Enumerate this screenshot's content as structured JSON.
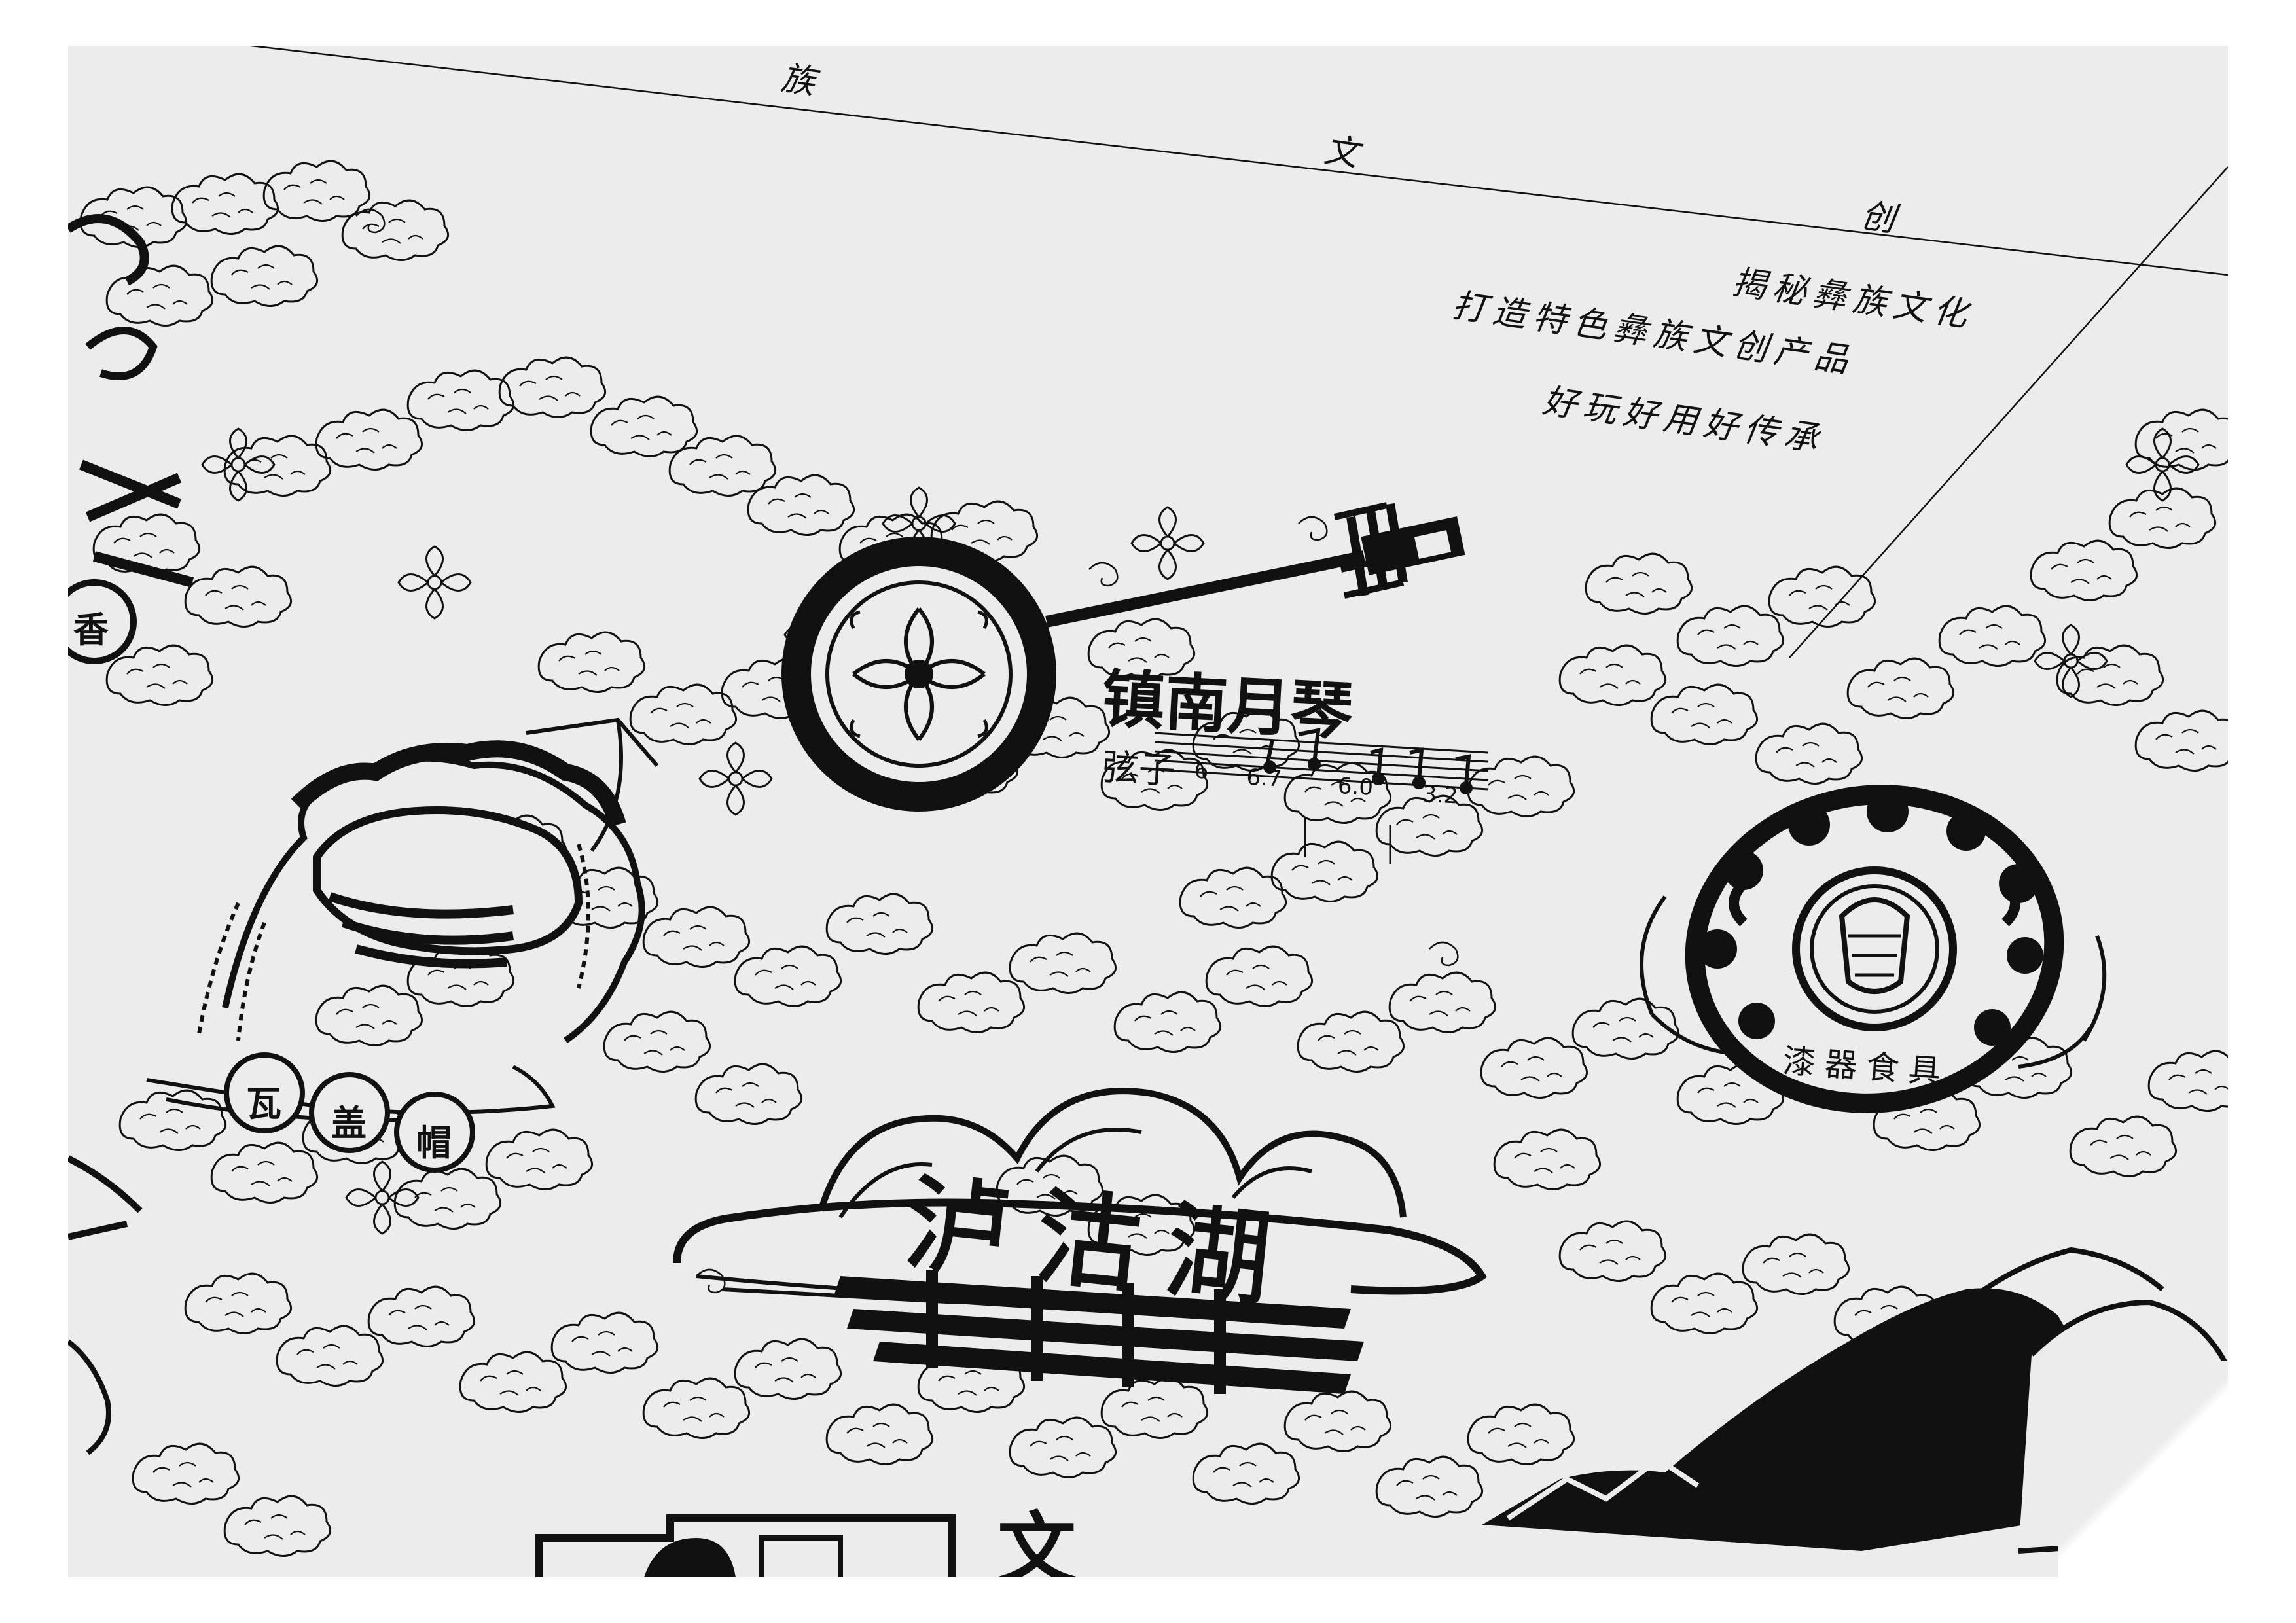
{
  "header": {
    "title_chars": [
      "族",
      "文",
      "创"
    ]
  },
  "slogan": {
    "lines": [
      "揭秘彝族文化",
      "打造特色彝族文创产品",
      "好玩好用好传承"
    ]
  },
  "yueqin": {
    "title": "镇南月琴",
    "subtitle": "弦子",
    "notation": [
      "6",
      "6.7",
      "6.0",
      "3.2"
    ]
  },
  "hat": {
    "chars": [
      "瓦",
      "盖",
      "帽"
    ]
  },
  "lacquer": {
    "label": "漆器食具"
  },
  "lake": {
    "title": "泸沽湖"
  },
  "hair": {
    "chars": [
      "螺",
      "髻"
    ]
  },
  "edge_fragments": {
    "left_badge": "香",
    "bottom_char": "文"
  },
  "colors": {
    "paper": "#ececec",
    "ink": "#111111",
    "background": "#ffffff"
  }
}
